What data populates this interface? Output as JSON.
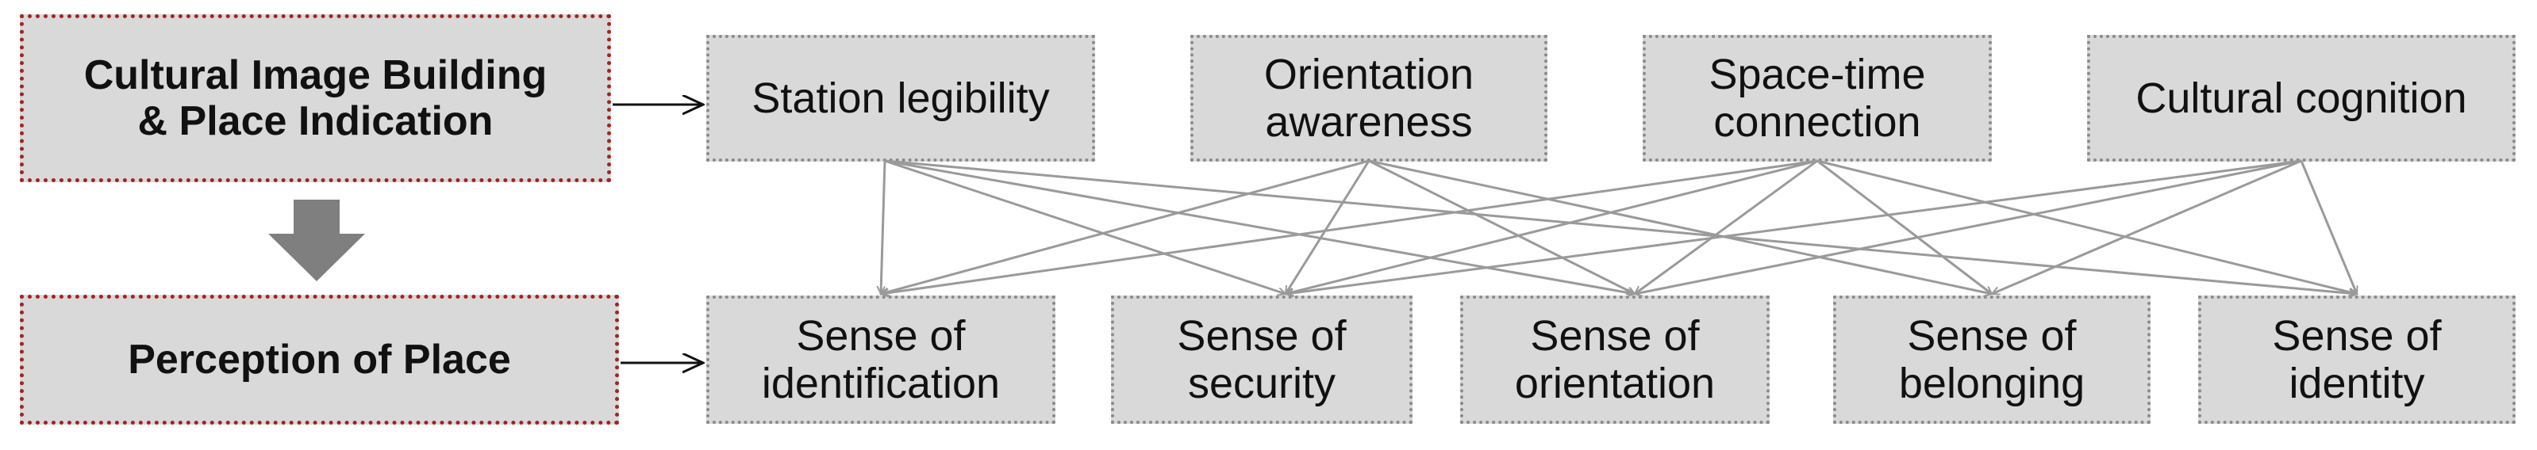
{
  "left": {
    "top_label": "Cultural Image Building\n&  Place Indication",
    "bottom_label": "Perception of Place"
  },
  "factors": [
    {
      "id": "legibility",
      "label": "Station legibility"
    },
    {
      "id": "orientation_awareness",
      "label": "Orientation\nawareness"
    },
    {
      "id": "spacetime",
      "label": "Space-time\nconnection"
    },
    {
      "id": "cultural",
      "label": "Cultural cognition"
    }
  ],
  "senses": [
    {
      "id": "identification",
      "label": "Sense of\nidentification"
    },
    {
      "id": "security",
      "label": "Sense of\nsecurity"
    },
    {
      "id": "orientation",
      "label": "Sense of\norientation"
    },
    {
      "id": "belonging",
      "label": "Sense of\nbelonging"
    },
    {
      "id": "identity",
      "label": "Sense of\nidentity"
    }
  ],
  "links": [
    [
      "legibility",
      "identification"
    ],
    [
      "legibility",
      "security"
    ],
    [
      "legibility",
      "orientation"
    ],
    [
      "legibility",
      "identity"
    ],
    [
      "orientation_awareness",
      "identification"
    ],
    [
      "orientation_awareness",
      "security"
    ],
    [
      "orientation_awareness",
      "orientation"
    ],
    [
      "orientation_awareness",
      "belonging"
    ],
    [
      "spacetime",
      "identification"
    ],
    [
      "spacetime",
      "security"
    ],
    [
      "spacetime",
      "orientation"
    ],
    [
      "spacetime",
      "belonging"
    ],
    [
      "spacetime",
      "identity"
    ],
    [
      "cultural",
      "security"
    ],
    [
      "cultural",
      "orientation"
    ],
    [
      "cultural",
      "belonging"
    ],
    [
      "cultural",
      "identity"
    ]
  ],
  "colors": {
    "accent_border": "#a3231f",
    "box_fill": "#d9d9d9",
    "line": "#9a9a9a",
    "big_arrow": "#7f7f7f"
  }
}
